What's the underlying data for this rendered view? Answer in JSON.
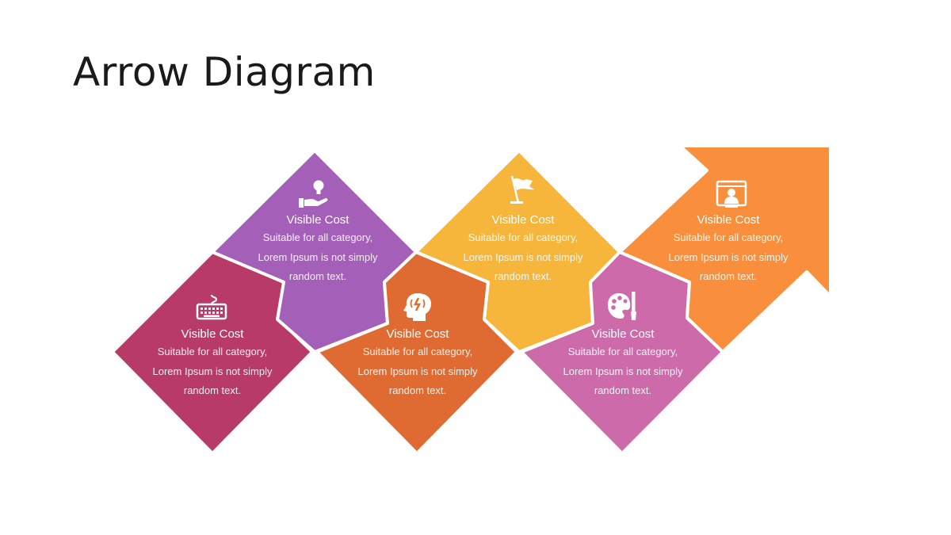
{
  "title": "Arrow Diagram",
  "colors": {
    "magenta": "#b83a66",
    "purple": "#a460b8",
    "orange_dark": "#e06b32",
    "yellow": "#f6b53b",
    "pink": "#cc6aaa",
    "orange": "#f98f3d"
  },
  "steps": [
    {
      "icon": "keyboard-icon",
      "heading": "Visible Cost",
      "lines": [
        "Suitable for all category,",
        "Lorem Ipsum is not simply",
        "random text."
      ]
    },
    {
      "icon": "idea-hand-icon",
      "heading": "Visible Cost",
      "lines": [
        "Suitable for all category,",
        "Lorem Ipsum is not simply",
        "random text."
      ]
    },
    {
      "icon": "brain-head-icon",
      "heading": "Visible Cost",
      "lines": [
        "Suitable for all category,",
        "Lorem Ipsum is not simply",
        "random text."
      ]
    },
    {
      "icon": "flag-icon",
      "heading": "Visible Cost",
      "lines": [
        "Suitable for all category,",
        "Lorem Ipsum is not simply",
        "random text."
      ]
    },
    {
      "icon": "palette-icon",
      "heading": "Visible Cost",
      "lines": [
        "Suitable for all category,",
        "Lorem Ipsum is not simply",
        "random text."
      ]
    },
    {
      "icon": "presenter-screen-icon",
      "heading": "Visible Cost",
      "lines": [
        "Suitable for all category,",
        "Lorem Ipsum is not simply",
        "random text."
      ]
    }
  ]
}
